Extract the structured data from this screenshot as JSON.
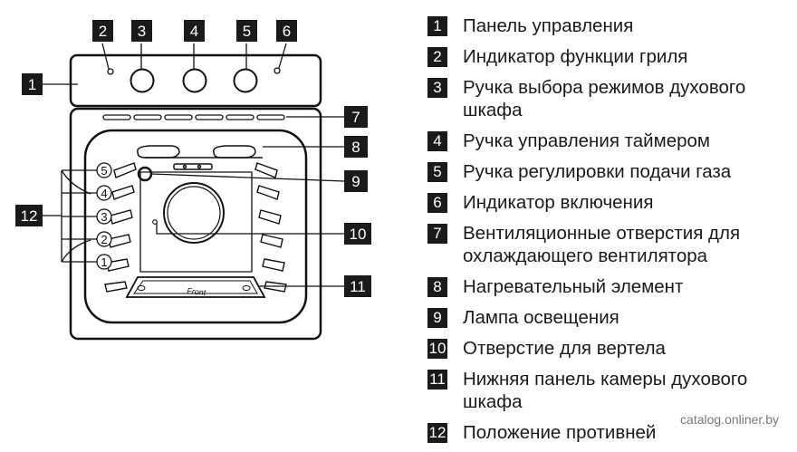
{
  "diagram": {
    "callouts": [
      "1",
      "2",
      "3",
      "4",
      "5",
      "6",
      "7",
      "8",
      "9",
      "10",
      "11",
      "12"
    ],
    "shelf_positions": [
      "5",
      "4",
      "3",
      "2",
      "1"
    ],
    "tray_label": "Front"
  },
  "legend": [
    {
      "num": "1",
      "text": "Панель управления"
    },
    {
      "num": "2",
      "text": "Индикатор функции гриля"
    },
    {
      "num": "3",
      "text": "Ручка выбора режимов духового шкафа"
    },
    {
      "num": "4",
      "text": "Ручка управления таймером"
    },
    {
      "num": "5",
      "text": "Ручка регулировки подачи газа"
    },
    {
      "num": "6",
      "text": "Индикатор включения"
    },
    {
      "num": "7",
      "text": "Вентиляционные отверстия для охлаждающего вентилятора"
    },
    {
      "num": "8",
      "text": "Нагревательный элемент"
    },
    {
      "num": "9",
      "text": "Лампа освещения"
    },
    {
      "num": "10",
      "text": "Отверстие для вертела"
    },
    {
      "num": "11",
      "text": "Нижняя панель камеры духового шкафа"
    },
    {
      "num": "12",
      "text": "Положение противней"
    }
  ],
  "watermark": "catalog.onliner.by"
}
